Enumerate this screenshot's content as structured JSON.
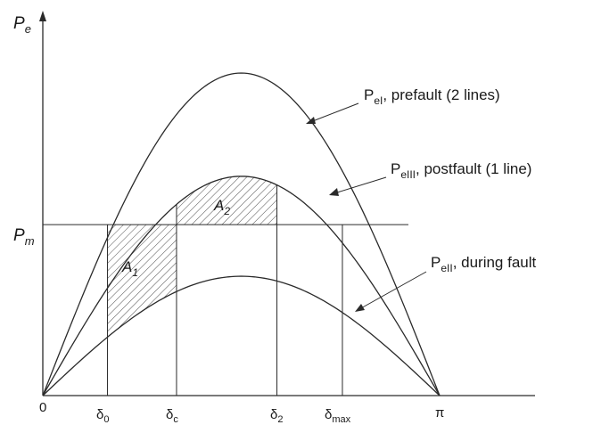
{
  "axes": {
    "y_title": "P",
    "y_title_sub": "e",
    "pm_label": "P",
    "pm_sub": "m",
    "origin": "0"
  },
  "ticks": [
    {
      "main": "δ",
      "sub": "0"
    },
    {
      "main": "δ",
      "sub": "c"
    },
    {
      "main": "δ",
      "sub": "2"
    },
    {
      "main": "δ",
      "sub": "max"
    },
    {
      "main": "π",
      "sub": ""
    }
  ],
  "curves": [
    {
      "name": "prefault",
      "label_p": "P",
      "label_sub": "eI",
      "label_text": ", prefault (2 lines)",
      "peak": 1.0
    },
    {
      "name": "postfault",
      "label_p": "P",
      "label_sub": "eIII",
      "label_text": ", postfault (1 line)",
      "peak": 0.68
    },
    {
      "name": "during-fault",
      "label_p": "P",
      "label_sub": "eII",
      "label_text": ", during fault",
      "peak": 0.37
    }
  ],
  "areas": [
    {
      "main": "A",
      "sub": "1"
    },
    {
      "main": "A",
      "sub": "2"
    }
  ],
  "values": {
    "pm": 0.53,
    "delta0": 0.163,
    "deltac": 0.337,
    "delta2": 0.59,
    "deltamax": 0.755
  },
  "colors": {
    "line": "#2a2a2a",
    "hatch": "#444444"
  }
}
